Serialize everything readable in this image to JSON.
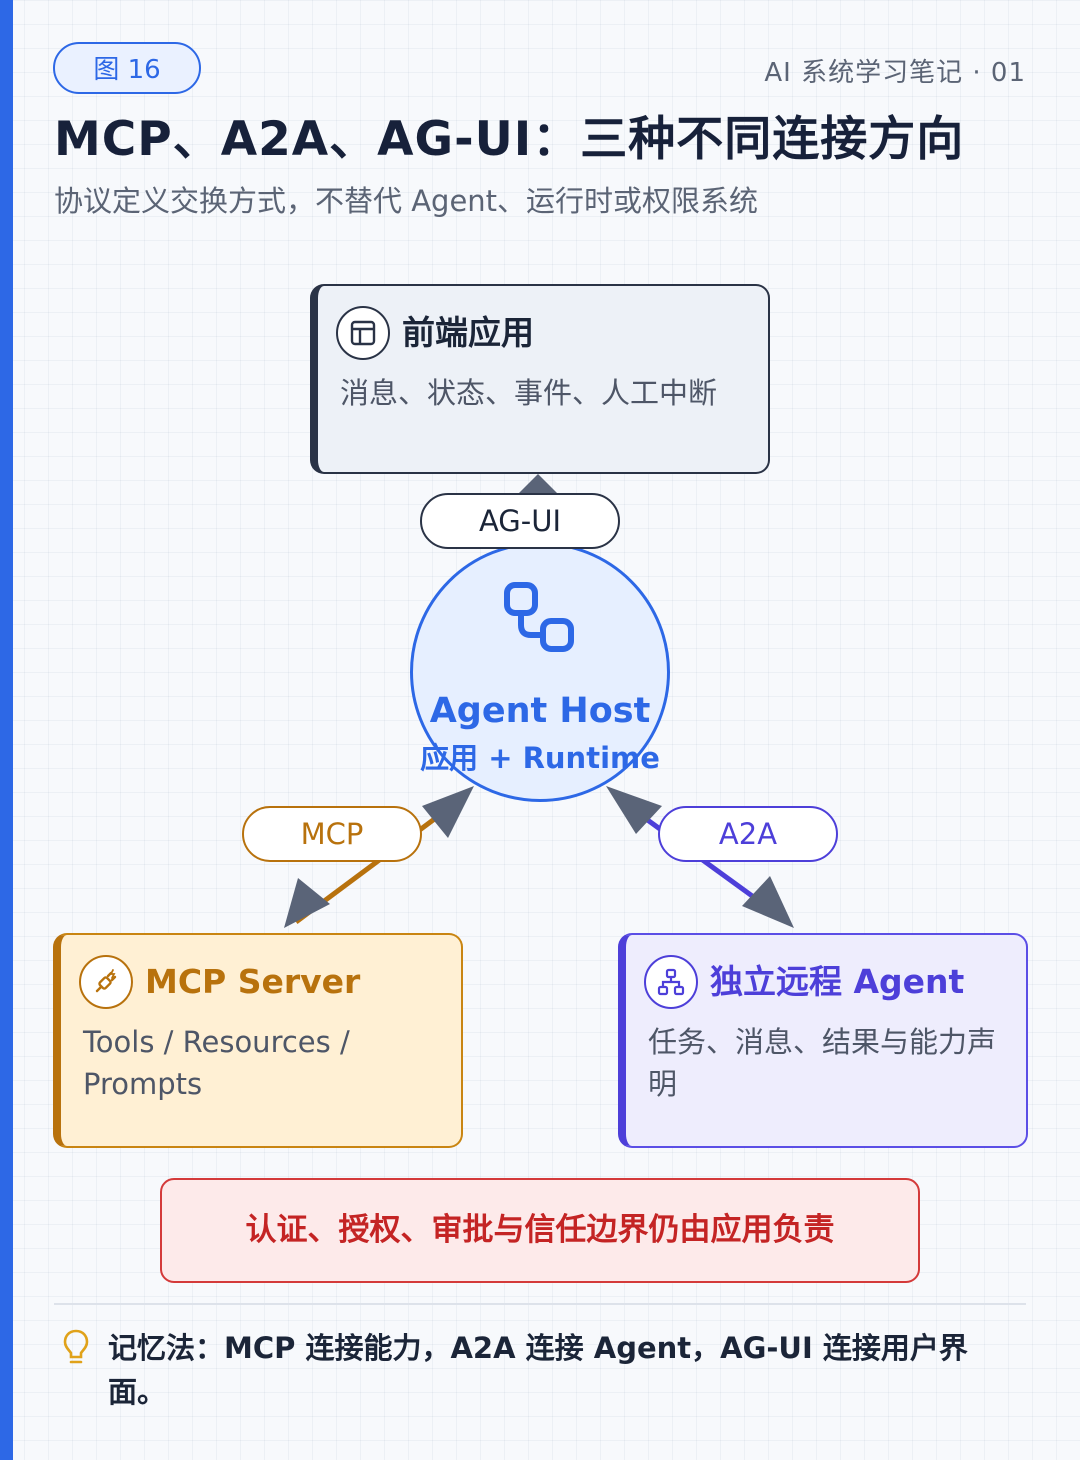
{
  "header": {
    "figure_badge": "图 16",
    "series_label": "AI 系统学习笔记 · 01",
    "title": "MCP、A2A、AG-UI：三种不同连接方向",
    "subtitle": "协议定义交换方式，不替代 Agent、运行时或权限系统"
  },
  "nodes": {
    "frontend": {
      "title": "前端应用",
      "description": "消息、状态、事件、人工中断",
      "icon": "layout-icon"
    },
    "hub": {
      "title": "Agent Host",
      "subtitle": "应用 + Runtime",
      "icon": "link-nodes-icon"
    },
    "mcp_server": {
      "title": "MCP Server",
      "description": "Tools / Resources / Prompts",
      "icon": "plug-icon"
    },
    "remote_agent": {
      "title": "独立远程 Agent",
      "description": "任务、消息、结果与能力声明",
      "icon": "hierarchy-icon"
    }
  },
  "protocols": {
    "agui": {
      "label": "AG-UI",
      "color": "#2a3346"
    },
    "mcp": {
      "label": "MCP",
      "color": "#b8720d"
    },
    "a2a": {
      "label": "A2A",
      "color": "#4d3fd9"
    }
  },
  "warning": {
    "text": "认证、授权、审批与信任边界仍由应用负责"
  },
  "memo": {
    "text": "记忆法：MCP 连接能力，A2A 连接 Agent，AG-UI 连接用户界面。",
    "icon": "lightbulb-icon"
  },
  "colors": {
    "accent": "#2d68e6",
    "mcp": "#b8720d",
    "a2a": "#4d3fd9",
    "warning": "#c42424"
  }
}
